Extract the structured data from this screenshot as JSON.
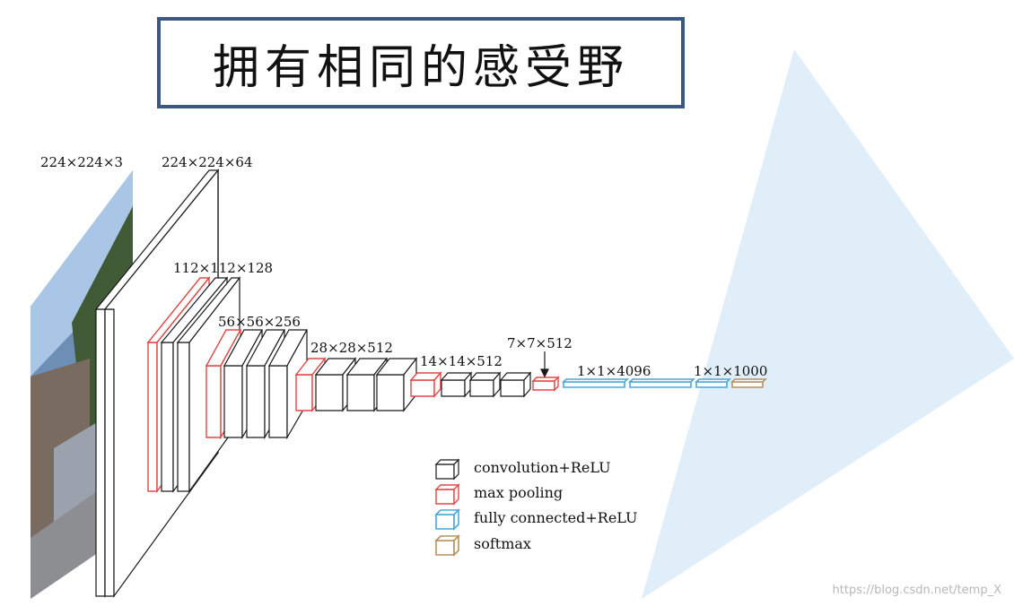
{
  "title": "拥有相同的感受野",
  "dimension_labels": {
    "input": "224×224×3",
    "conv1": "224×224×64",
    "conv2": "112×112×128",
    "conv3": "56×56×256",
    "conv4": "28×28×512",
    "conv5": "14×14×512",
    "pool5": "7×7×512",
    "fc": "1×1×4096",
    "fc_out": "1×1×1000"
  },
  "legend": {
    "conv": "convolution+ReLU",
    "pool": "max pooling",
    "fc": "fully connected+ReLU",
    "softmax": "softmax"
  },
  "colors": {
    "conv": "#1a1a1a",
    "pool": "#e04848",
    "fc": "#4aa8dc",
    "softmax": "#b89060",
    "title_border": "#3b5880",
    "triangle": "#dcecf7"
  },
  "watermark": "https://blog.csdn.net/temp_X"
}
